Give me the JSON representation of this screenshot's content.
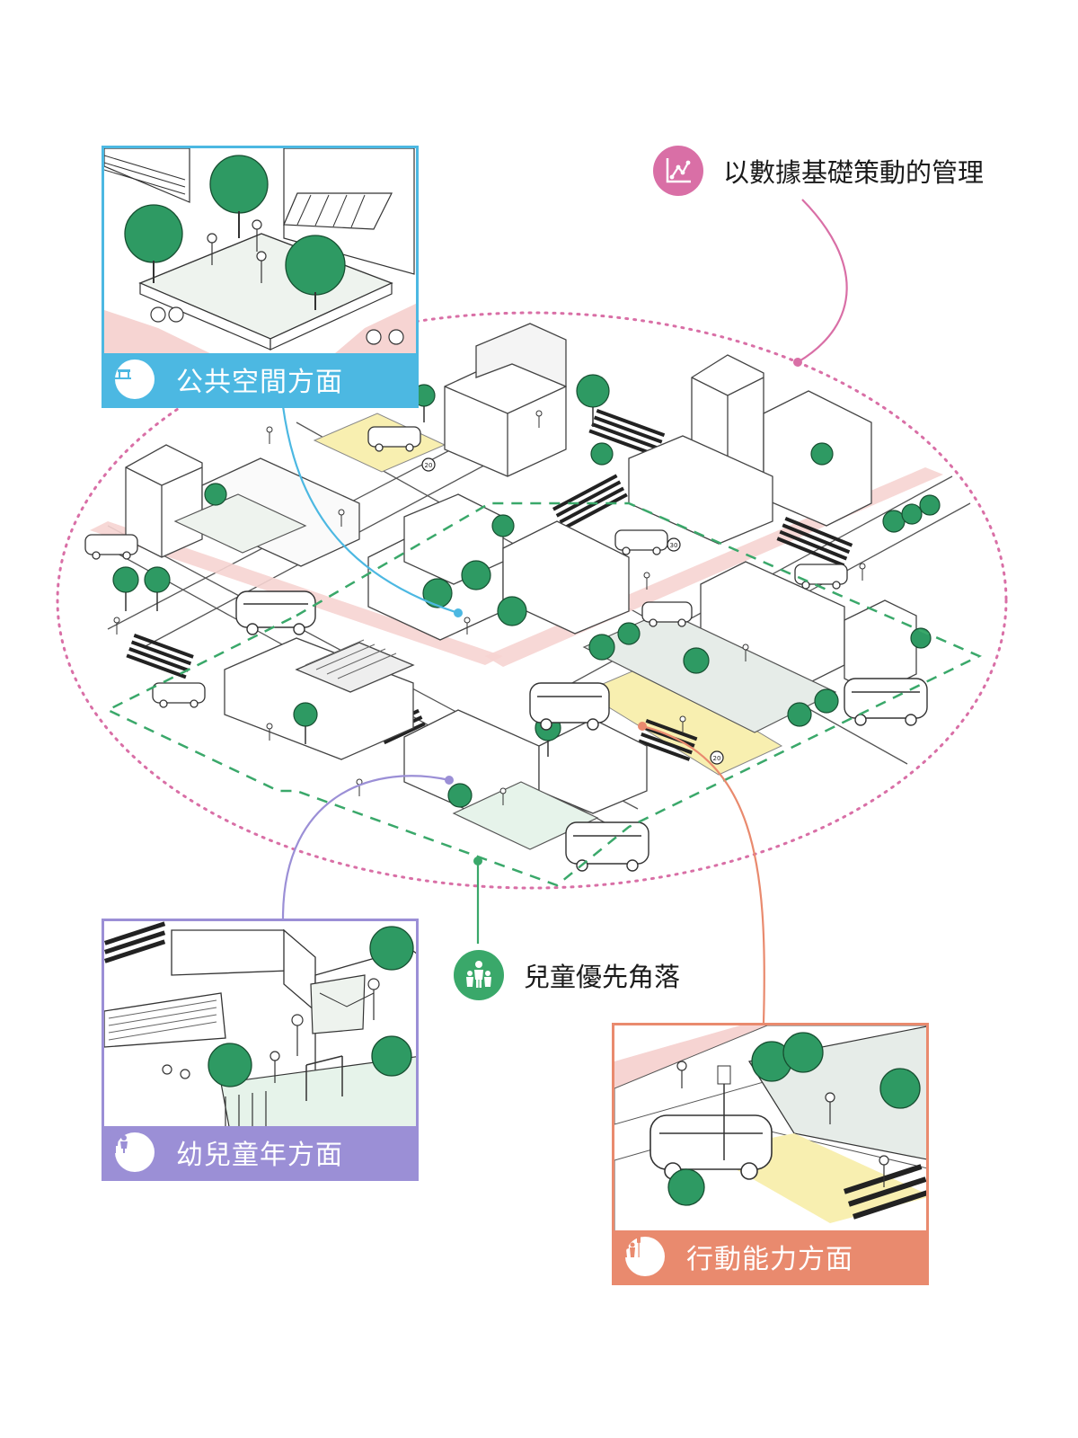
{
  "colors": {
    "public_space": "#4cb8e2",
    "early_childhood": "#9b8fd6",
    "mobility": "#e98a6e",
    "data_management": "#d96fa6",
    "child_priority": "#3aa86a",
    "tree": "#2e9a63",
    "street_pink": "#f6d4d2",
    "plaza_yellow": "#f8efb0"
  },
  "legend": {
    "data_management": {
      "label": "以數據基礎策動的管理",
      "icon": "chart-icon"
    },
    "child_priority": {
      "label": "兒童優先角落",
      "icon": "family-icon"
    }
  },
  "panels": {
    "public_space": {
      "label": "公共空間方面",
      "icon": "park-bench-icon"
    },
    "early_childhood": {
      "label": "幼兒童年方面",
      "icon": "parent-child-icon"
    },
    "mobility": {
      "label": "行動能力方面",
      "icon": "pedestrian-icon"
    }
  },
  "speed_signs": [
    "20",
    "30",
    "20"
  ]
}
